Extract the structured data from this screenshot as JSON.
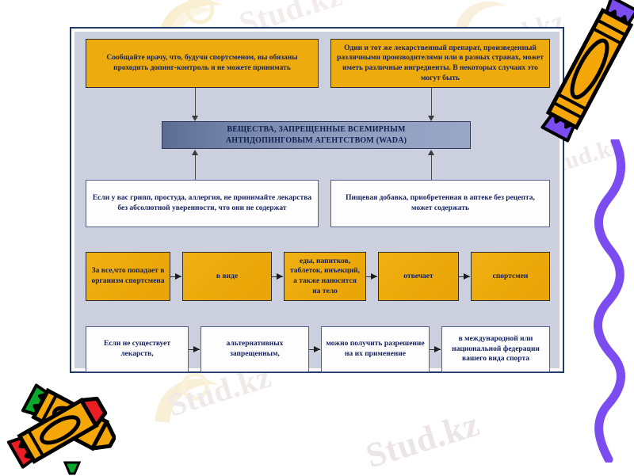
{
  "page": {
    "title": "Схема: Вещества, запрещенные ВАДА",
    "background": "#ffffff",
    "panel_bg": "#ccd0de",
    "panel_border": "#223a6b",
    "orange": "#eeab0d",
    "blue_box": "#7382a8",
    "text_color": "#13205c"
  },
  "watermarks": {
    "w1": "Stud.kz",
    "w2": "Stud.kz",
    "w3": "Stud.kz - Stud.kz",
    "w4": "Stud.kz",
    "w5": "Stud.kz",
    "w6": "Stud.kz"
  },
  "diagram": {
    "top_row": [
      {
        "id": "top-left",
        "text": "Сообщайте врачу, что, будучи спортсменом, вы обязаны проходить допинг-контроль и не можете принимать"
      },
      {
        "id": "top-right",
        "text": "Один и тот же лекарственный препарат, произведенный различными производителями или в разных странах, может иметь различные ингредиенты. В некоторых случаях это могут быть"
      }
    ],
    "center": {
      "id": "center-title",
      "line1": "ВЕЩЕСТВА, ЗАПРЕЩЕННЫЕ ВСЕМИРНЫМ",
      "line2": "АНТИДОПИНГОВЫМ АГЕНТСТВОМ (WADA)"
    },
    "second_row": [
      {
        "id": "mid-left",
        "text": "Если у вас грипп, простуда, аллергия, не принимайте лекарства без абсолютной уверенности, что они не содержат"
      },
      {
        "id": "mid-right",
        "text": "Пищевая добавка, приобретенная в аптеке без рецепта, может содержать"
      }
    ],
    "orange_chain": [
      {
        "id": "chain-1",
        "text": "За все,что попадает в организм спортсмена"
      },
      {
        "id": "chain-2",
        "text": "в виде"
      },
      {
        "id": "chain-3",
        "text": "еды, напитков, таблеток, инъекций, а также наносится на тело"
      },
      {
        "id": "chain-4",
        "text": "отвечает"
      },
      {
        "id": "chain-5",
        "text": "спортсмен"
      }
    ],
    "bottom_chain": [
      {
        "id": "bottom-1",
        "text": "Если не существует лекарств,"
      },
      {
        "id": "bottom-2",
        "text": "альтернативных запрещенным,"
      },
      {
        "id": "bottom-3",
        "text": "можно получить разрешение на их применение"
      },
      {
        "id": "bottom-4",
        "text": "в международной или национальной федерации вашего вида спорта"
      }
    ]
  },
  "decorations": {
    "crayon_top_right": "crayon-yellow-purple",
    "crayons_bottom_left": "crayons-yellow-red-green",
    "squiggle_right": "purple-squiggle"
  }
}
